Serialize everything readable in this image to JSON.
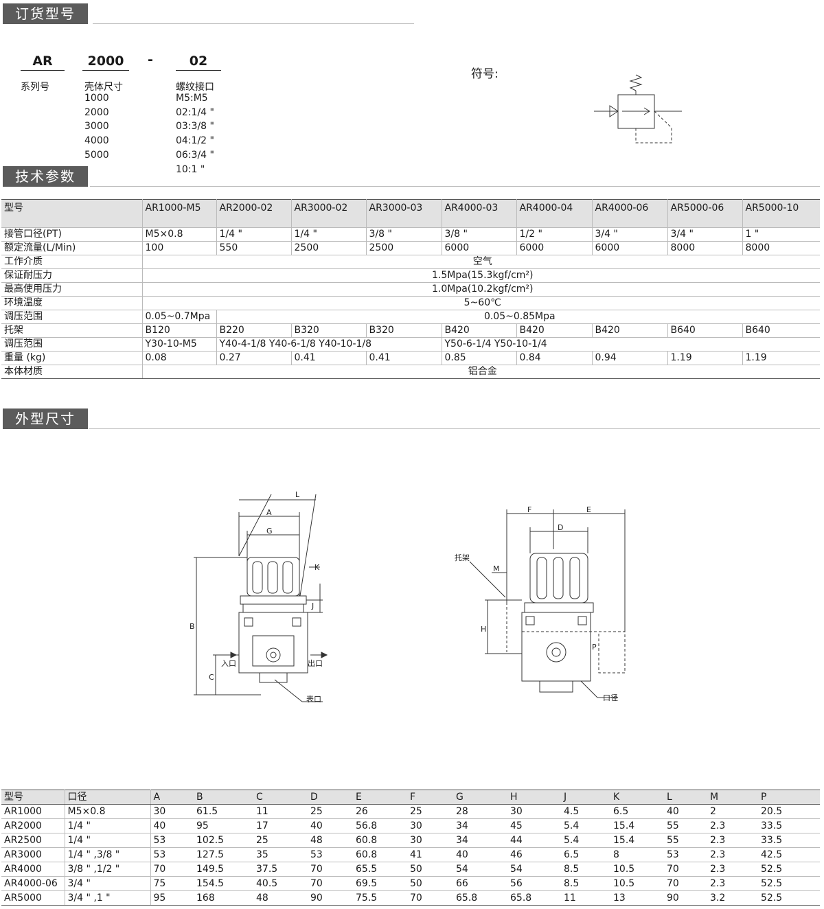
{
  "sections": {
    "order": "订货型号",
    "tech": "技术参数",
    "dims": "外型尺寸"
  },
  "order_model": {
    "code_series": "AR",
    "code_size": "2000",
    "code_dash": "-",
    "code_port": "02",
    "label_series": "系列号",
    "label_size": "壳体尺寸",
    "label_port": "螺纹接口",
    "sizes": [
      "1000",
      "2000",
      "3000",
      "4000",
      "5000"
    ],
    "ports": [
      "M5:M5",
      "02:1/4 \"",
      "03:3/8 \"",
      "04:1/2 \"",
      "06:3/4 \"",
      "10:1 \""
    ]
  },
  "symbol_label": "符号:",
  "spec_table": {
    "header": [
      "型号",
      "AR1000-M5",
      "AR2000-02",
      "AR3000-02",
      "AR3000-03",
      "AR4000-03",
      "AR4000-04",
      "AR4000-06",
      "AR5000-06",
      "AR5000-10"
    ],
    "port_row": [
      "接管口径(PT)",
      "M5×0.8",
      "1/4 \"",
      "1/4 \"",
      "3/8 \"",
      "3/8 \"",
      "1/2 \"",
      "3/4 \"",
      "3/4 \"",
      "1 \""
    ],
    "flow_row": [
      "额定流量(L/Min)",
      "100",
      "550",
      "2500",
      "2500",
      "6000",
      "6000",
      "6000",
      "8000",
      "8000"
    ],
    "medium": {
      "label": "工作介质",
      "value": "空气"
    },
    "proof": {
      "label": "保证耐压力",
      "value": "1.5Mpa(15.3kgf/cm²)"
    },
    "maxp": {
      "label": "最高使用压力",
      "value": "1.0Mpa(10.2kgf/cm²)"
    },
    "temp": {
      "label": "环境温度",
      "value": "5~60℃"
    },
    "range": {
      "label": "调压范围",
      "first": "0.05~0.7Mpa",
      "rest": "0.05~0.85Mpa"
    },
    "bracket_row": [
      "托架",
      "B120",
      "B220",
      "B320",
      "B320",
      "B420",
      "B420",
      "B420",
      "B640",
      "B640"
    ],
    "gauge": {
      "label": "调压范围",
      "g1": "Y30-10-M5",
      "g2": "Y40-4-1/8  Y40-6-1/8  Y40-10-1/8",
      "g3": "Y50-6-1/4  Y50-10-1/4"
    },
    "weight_row": [
      "重量 (kg)",
      "0.08",
      "0.27",
      "0.41",
      "0.41",
      "0.85",
      "0.84",
      "0.94",
      "1.19",
      "1.19"
    ],
    "material": {
      "label": "本体材质",
      "value": "铝合金"
    }
  },
  "drawing_labels": {
    "L": "L",
    "A": "A",
    "G": "G",
    "K": "K",
    "J": "J",
    "B": "B",
    "C": "C",
    "inlet": "入口",
    "outlet": "出口",
    "gauge_port": "表口",
    "F": "F",
    "E": "E",
    "D": "D",
    "M": "M",
    "H": "H",
    "P": "P",
    "bracket": "托架",
    "port": "口径"
  },
  "dims_table": {
    "header": [
      "型号",
      "口径",
      "A",
      "B",
      "C",
      "D",
      "E",
      "F",
      "G",
      "H",
      "J",
      "K",
      "L",
      "M",
      "P"
    ],
    "rows": [
      [
        "AR1000",
        "M5×0.8",
        "30",
        "61.5",
        "11",
        "25",
        "26",
        "25",
        "28",
        "30",
        "4.5",
        "6.5",
        "40",
        "2",
        "20.5"
      ],
      [
        "AR2000",
        "1/4 \"",
        "40",
        "95",
        "17",
        "40",
        "56.8",
        "30",
        "34",
        "45",
        "5.4",
        "15.4",
        "55",
        "2.3",
        "33.5"
      ],
      [
        "AR2500",
        "1/4 \"",
        "53",
        "102.5",
        "25",
        "48",
        "60.8",
        "30",
        "34",
        "44",
        "5.4",
        "15.4",
        "55",
        "2.3",
        "33.5"
      ],
      [
        "AR3000",
        "1/4 \" ,3/8 \"",
        "53",
        "127.5",
        "35",
        "53",
        "60.8",
        "41",
        "40",
        "46",
        "6.5",
        "8",
        "53",
        "2.3",
        "42.5"
      ],
      [
        "AR4000",
        "3/8 \" ,1/2 \"",
        "70",
        "149.5",
        "37.5",
        "70",
        "65.5",
        "50",
        "54",
        "54",
        "8.5",
        "10.5",
        "70",
        "2.3",
        "52.5"
      ],
      [
        "AR4000-06",
        "3/4 \"",
        "75",
        "154.5",
        "40.5",
        "70",
        "69.5",
        "50",
        "66",
        "56",
        "8.5",
        "10.5",
        "70",
        "2.3",
        "52.5"
      ],
      [
        "AR5000",
        "3/4 \" ,1 \"",
        "95",
        "168",
        "48",
        "90",
        "75.5",
        "70",
        "65.8",
        "65.8",
        "11",
        "13",
        "90",
        "3.2",
        "52.5"
      ]
    ]
  }
}
